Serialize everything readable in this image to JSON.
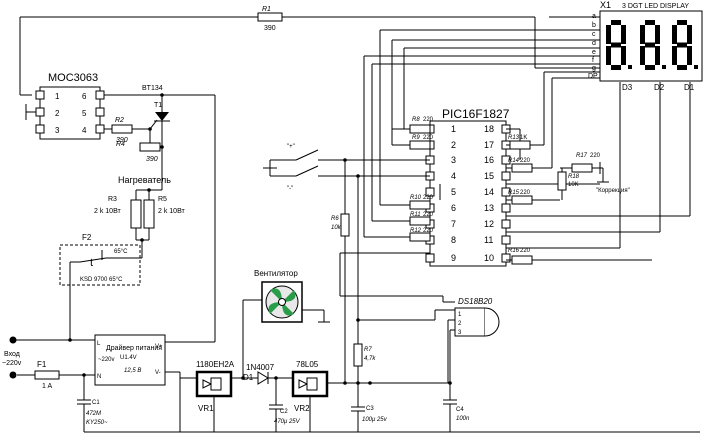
{
  "labels": {
    "r1": "R1",
    "r1_val": "390",
    "moc": "MOC3063",
    "bt": "BT134",
    "t1": "T1",
    "r2": "R2",
    "r2_val": "390",
    "r4": "R4",
    "r4_val": "390",
    "heater": "Нагреватель",
    "r3": "R3",
    "r3_val": "2 k  10Вт",
    "r5": "R5",
    "r5_val": "2 k  10Вт",
    "f2": "F2",
    "f2_t": "t",
    "f2_temp": "65°C",
    "f2_part": "KSD 9700  65°C",
    "vin": "Вход",
    "vin_v": "~220v",
    "f1": "F1",
    "f1_val": "1 A",
    "c1": "C1",
    "c1_val1": "472M",
    "c1_val2": "KY250~",
    "driver": "Драйвер питания",
    "driver_u": "U1.4V",
    "driver_vin": "~220v",
    "driver_out": "12,5 В",
    "driver_vplus": "V+",
    "driver_vminus": "V-",
    "driver_l": "L",
    "driver_n": "N",
    "vr1_part": "1180ЕН2А",
    "vr1": "VR1",
    "d1_part": "1N4007",
    "d1": "D1",
    "c2": "C2",
    "c2_val": "470μ 25V",
    "vr2_part": "78L05",
    "vr2": "VR2",
    "fan": "Вентилятор",
    "c3": "C3",
    "c3_val": "100μ 25v",
    "c4": "C4",
    "c4_val": "100n",
    "r6": "R6",
    "r6_val": "10k",
    "r7": "R7",
    "r7_val": "4,7k",
    "ds": "DS18B20",
    "sw_plus": "\"+\"",
    "sw_minus": "\"-\"",
    "pic": "PIC16F1827",
    "r8": "R8",
    "r8_val": "220",
    "r9": "R9",
    "r9_val": "220",
    "r10": "R10",
    "r10_val": "220",
    "r11": "R11",
    "r11_val": "220",
    "r12": "R12",
    "r12_val": "220",
    "r13": "R13",
    "r13_val": "1K",
    "r14": "R14",
    "r14_val": "220",
    "r15": "R15",
    "r15_val": "220",
    "r16": "R16",
    "r16_val": "220",
    "r17": "R17",
    "r17_val": "220",
    "r18": "R18",
    "r18_val": "10K",
    "corr": "\"Коррекция\"",
    "x1": "X1",
    "display": "3 DGT LED DISPLAY",
    "seg_a": "a",
    "seg_b": "b",
    "seg_c": "c",
    "seg_d": "d",
    "seg_e": "e",
    "seg_f": "f",
    "seg_g": "g",
    "seg_dp": "DP",
    "d3": "D3",
    "d2": "D2",
    "d1d": "D1"
  },
  "moc_pins": [
    "1",
    "2",
    "3",
    "6",
    "5",
    "4"
  ],
  "pic_left_pins": [
    "1",
    "2",
    "3",
    "4",
    "5",
    "6",
    "7",
    "8",
    "9"
  ],
  "pic_right_pins": [
    "18",
    "17",
    "16",
    "15",
    "14",
    "13",
    "12",
    "11",
    "10"
  ],
  "ds_pins": [
    "1",
    "2",
    "3"
  ]
}
